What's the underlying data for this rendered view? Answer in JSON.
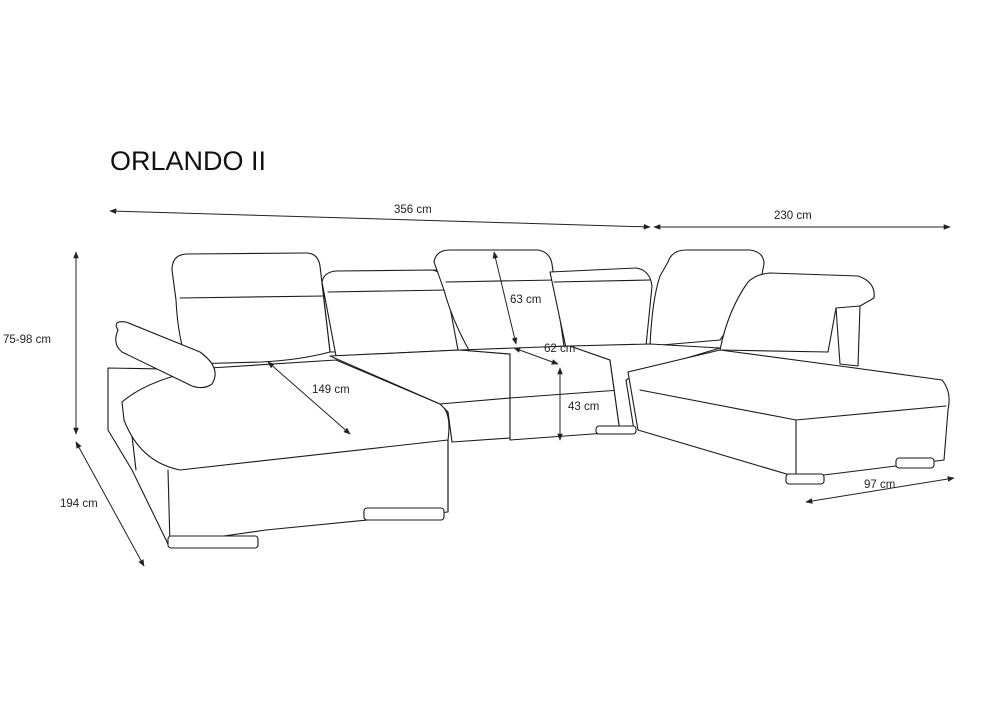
{
  "title": "ORLANDO II",
  "dimensions": {
    "width_main": "356 cm",
    "width_right": "230 cm",
    "height_range": "75-98 cm",
    "depth_left": "194 cm",
    "chaise_length": "149 cm",
    "backrest_height": "63 cm",
    "seat_depth": "62 cm",
    "seat_height": "43 cm",
    "chaise_width": "97 cm"
  },
  "colors": {
    "line": "#1a1a1a",
    "background": "#ffffff",
    "text": "#222222"
  }
}
